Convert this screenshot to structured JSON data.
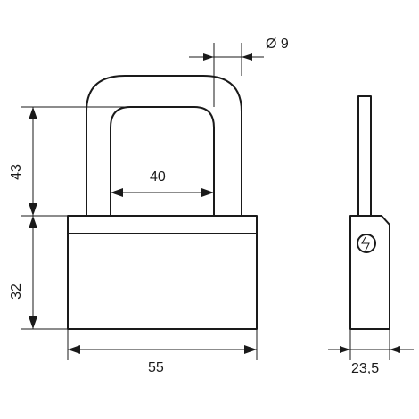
{
  "dimensions": {
    "shackle_diameter": "Ø 9",
    "shackle_inner_width": "40",
    "shackle_height": "43",
    "body_height": "32",
    "body_width": "55",
    "body_depth": "23,5"
  },
  "colors": {
    "line": "#1a1a1a",
    "background": "#ffffff"
  }
}
